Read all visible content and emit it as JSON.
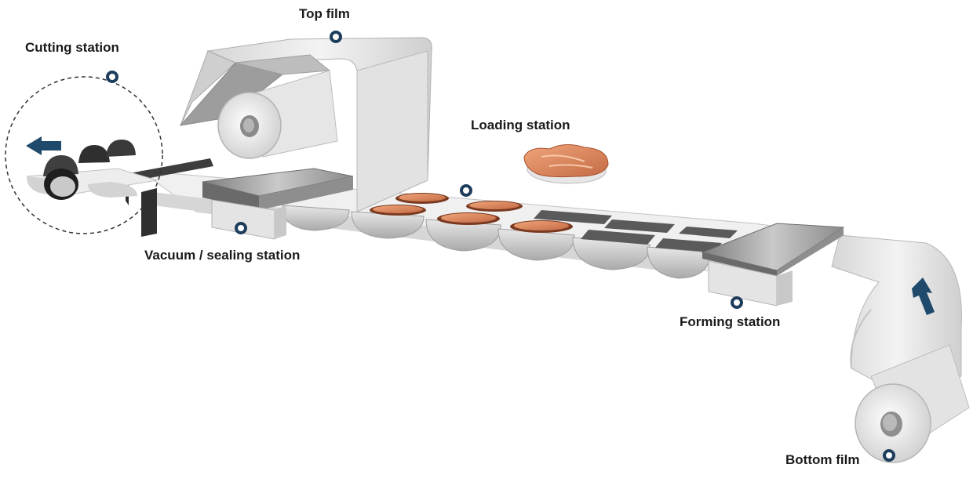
{
  "labels": {
    "top_film": "Top film",
    "cutting_station": "Cutting station",
    "loading_station": "Loading station",
    "vacuum_sealing_station": "Vacuum / sealing station",
    "forming_station": "Forming station",
    "bottom_film": "Bottom film"
  },
  "colors": {
    "marker": "#1d3d5c",
    "arrow": "#1f4a6b",
    "text": "#1a1a1a",
    "salmon": "#d9825b"
  },
  "icons": [
    "station-marker-icon",
    "direction-arrow-icon"
  ]
}
